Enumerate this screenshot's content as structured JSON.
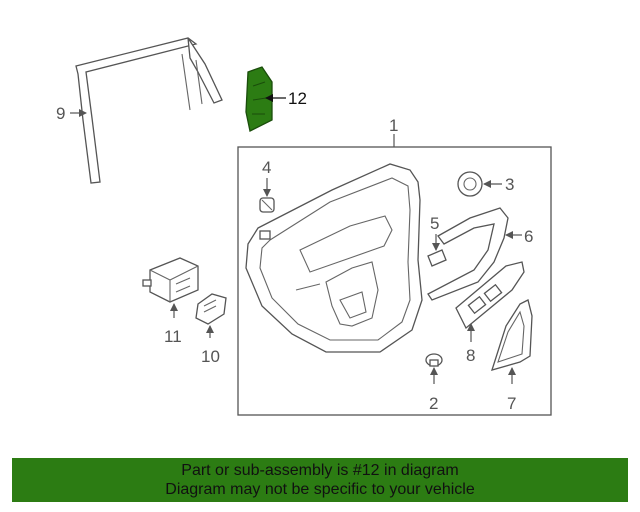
{
  "callouts": {
    "c1": "1",
    "c2": "2",
    "c3": "3",
    "c4": "4",
    "c5": "5",
    "c6": "6",
    "c7": "7",
    "c8": "8",
    "c9": "9",
    "c10": "10",
    "c11": "11",
    "c12": "12"
  },
  "highlight_color": "#2c7c13",
  "banner": {
    "line1": "Part or sub-assembly is #12 in diagram",
    "line2": "Diagram may not be specific to your vehicle"
  }
}
